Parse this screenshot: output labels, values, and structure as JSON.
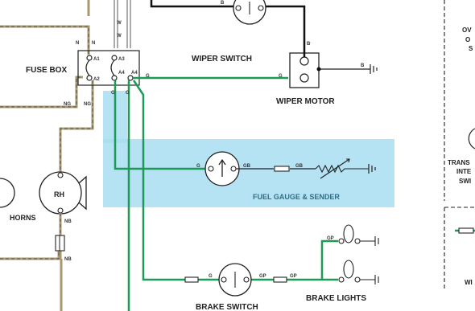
{
  "labels": {
    "fuse_box": "FUSE BOX",
    "wiper_switch": "WIPER SWITCH",
    "wiper_motor": "WIPER MOTOR",
    "fuel_gauge": "FUEL GAUGE & SENDER",
    "horns": "HORNS",
    "rh": "RH",
    "brake_switch": "BRAKE SWITCH",
    "brake_lights": "BRAKE LIGHTS"
  },
  "right_panel": {
    "line1": "OV",
    "line2": "O",
    "line3": "S",
    "trans1": "TRANS",
    "trans2": "INTE",
    "trans3": "SWI",
    "bottom": "WI"
  },
  "fuse_terminals": {
    "a1": "A1",
    "a2": "A2",
    "a3": "A3",
    "a4a": "A4",
    "a4b": "A4"
  },
  "wire_codes": {
    "n1": "N",
    "n2": "N",
    "w1": "W",
    "w2": "W",
    "ng1": "NG",
    "ng2": "NG",
    "g_fuse1": "G",
    "g_fuse2": "G",
    "g_fuse3": "G",
    "g_motor": "G",
    "b_switch": "B",
    "b_motor": "B",
    "b_ground": "B",
    "g_gauge": "G",
    "gb1": "GB",
    "gb2": "GB",
    "nb1": "NB",
    "nb2": "NB",
    "g_brake": "G",
    "gp1": "GP",
    "gp2": "GP",
    "gp3": "GP"
  },
  "colors": {
    "green_wire": "#1e9a57",
    "highlight": "#a8def1",
    "black_wire": "#111111",
    "tan_wire": "#a89870"
  }
}
